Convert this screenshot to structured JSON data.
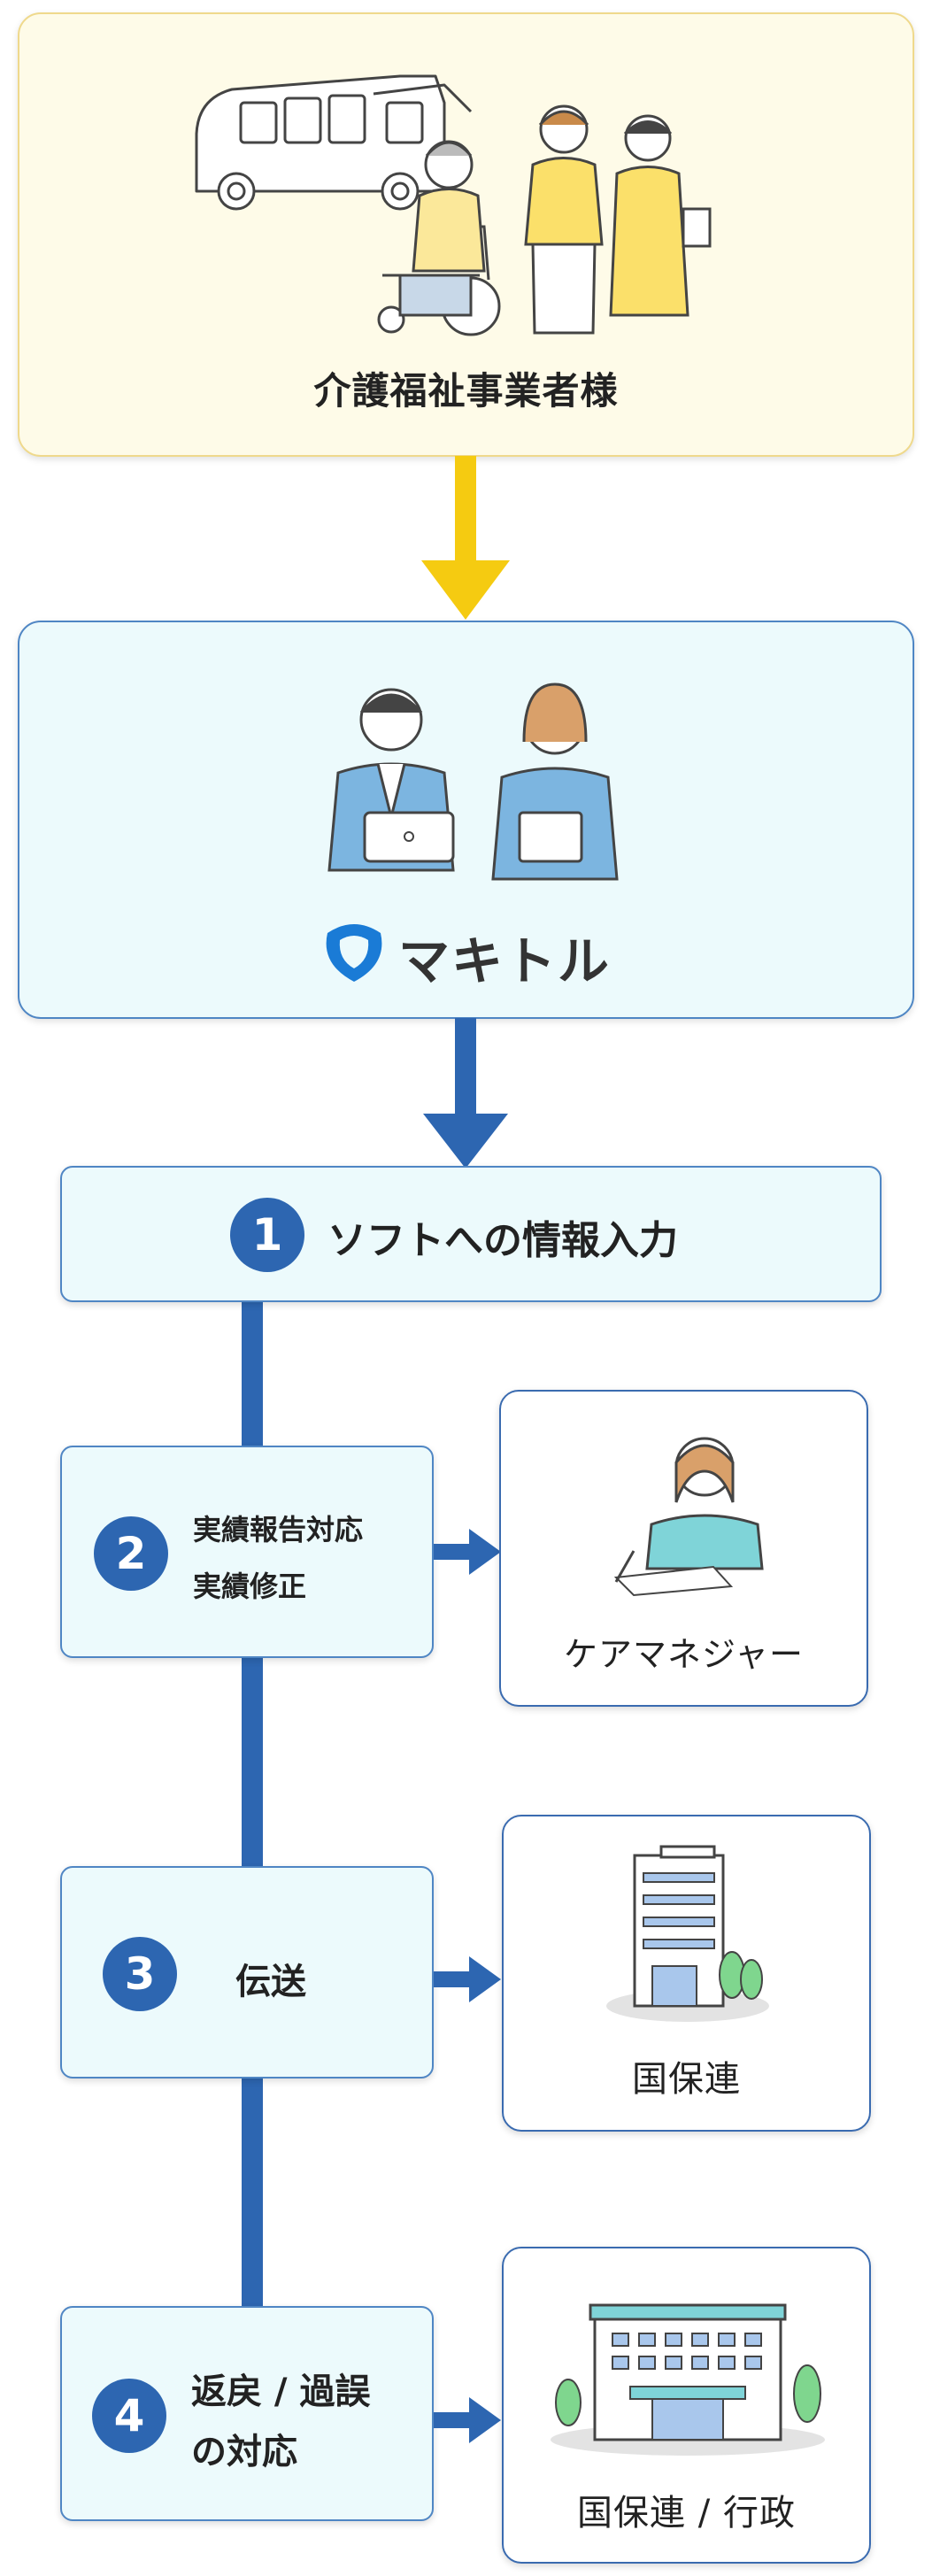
{
  "client": {
    "label": "介護福祉事業者様"
  },
  "provider": {
    "logo_text": "マキトル"
  },
  "steps": [
    {
      "number": "1",
      "lines": [
        "ソフトへの情報入力"
      ]
    },
    {
      "number": "2",
      "lines": [
        "実績報告対応",
        "実績修正"
      ],
      "target": "ケアマネジャー"
    },
    {
      "number": "3",
      "lines": [
        "伝送"
      ],
      "target": "国保連"
    },
    {
      "number": "4",
      "lines": [
        "返戻 / 過誤",
        "の対応"
      ],
      "target": "国保連 / 行政"
    }
  ],
  "colors": {
    "client_arrow": "#f5cb11",
    "flow_blue": "#2d66b1",
    "client_bg": "#fefbe8",
    "step_bg": "#ecfafc"
  }
}
